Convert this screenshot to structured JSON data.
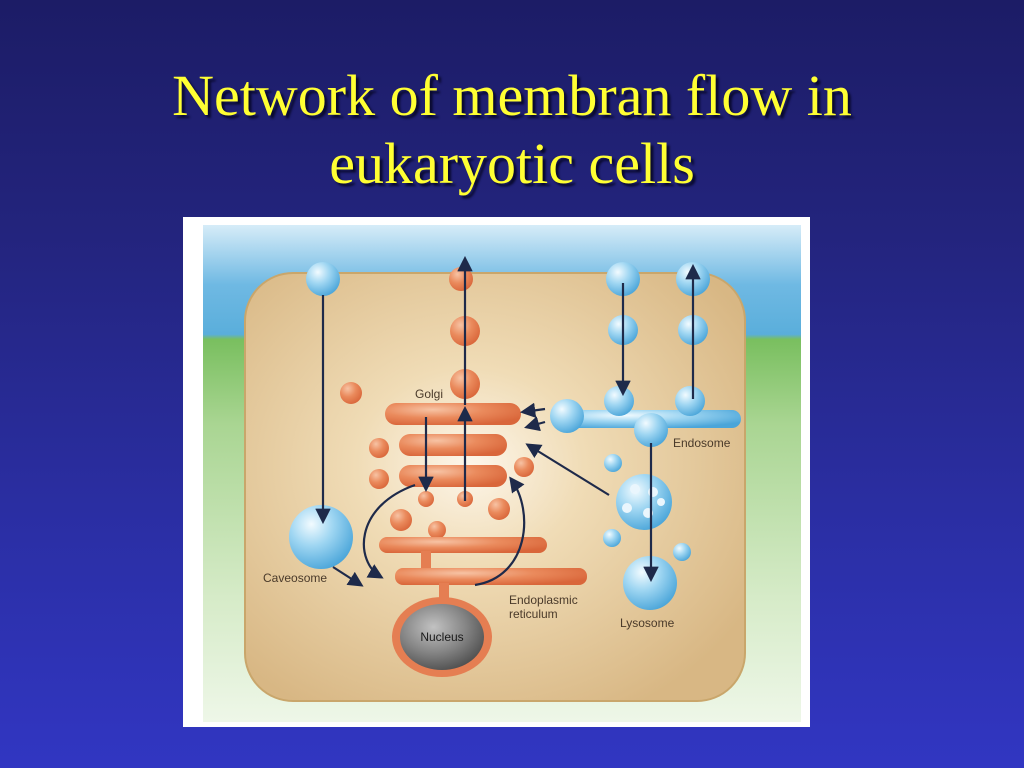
{
  "slide": {
    "title_line1": "Network of membran flow in",
    "title_line2": "eukaryotic cells"
  },
  "diagram": {
    "labels": {
      "golgi": "Golgi",
      "endosome": "Endosome",
      "caveosome": "Caveosome",
      "er_line1": "Endoplasmic",
      "er_line2": "reticulum",
      "lysosome": "Lysosome",
      "nucleus": "Nucleus"
    },
    "colors": {
      "slide_background": "#2a2ea0",
      "title": "#ffff33",
      "cytoplasm": "#dfc08c",
      "cell_border": "#c9a66b",
      "outside_top": "#62b4df",
      "outside_bottom": "#7cbf63",
      "secretory_organelles": "#e57e52",
      "endocytic_vesicles": "#6cbbe6",
      "nucleus": "#7a7a7a",
      "arrows": "#1e2a4a"
    }
  }
}
